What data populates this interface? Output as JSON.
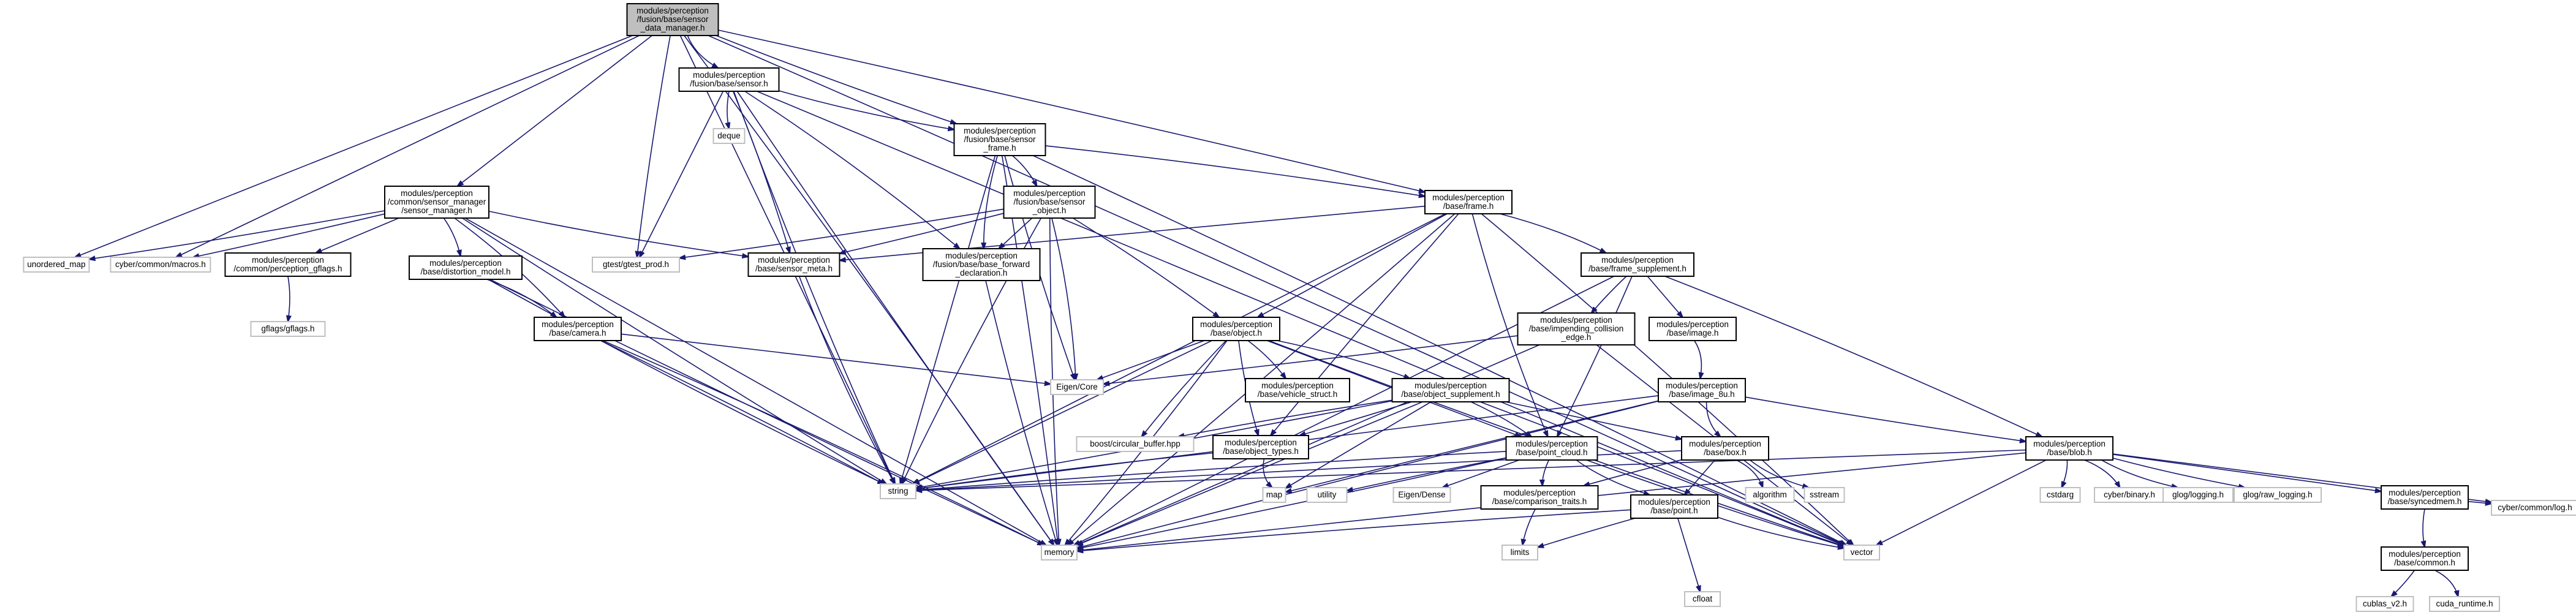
{
  "colors": {
    "edge": "#191970",
    "box_border": "#000000",
    "leaf_border": "#bfbfbf",
    "root_fill": "#bfbfbf",
    "node_fill": "#ffffff",
    "text": "#000000"
  },
  "nodes": [
    {
      "id": "root",
      "lines": [
        "modules/perception",
        "/fusion/base/sensor",
        "_data_manager.h"
      ],
      "kind": "root"
    },
    {
      "id": "sensor",
      "lines": [
        "modules/perception",
        "/fusion/base/sensor.h"
      ],
      "kind": "box"
    },
    {
      "id": "sensor_frame",
      "lines": [
        "modules/perception",
        "/fusion/base/sensor",
        "_frame.h"
      ],
      "kind": "box"
    },
    {
      "id": "sensor_manager",
      "lines": [
        "modules/perception",
        "/common/sensor_manager",
        "/sensor_manager.h"
      ],
      "kind": "box"
    },
    {
      "id": "sensor_object",
      "lines": [
        "modules/perception",
        "/fusion/base/sensor",
        "_object.h"
      ],
      "kind": "box"
    },
    {
      "id": "frame",
      "lines": [
        "modules/perception",
        "/base/frame.h"
      ],
      "kind": "box"
    },
    {
      "id": "unordered_map",
      "lines": [
        "unordered_map"
      ],
      "kind": "leaf"
    },
    {
      "id": "cyber_macros",
      "lines": [
        "cyber/common/macros.h"
      ],
      "kind": "leaf"
    },
    {
      "id": "perception_gflags",
      "lines": [
        "modules/perception",
        "/common/perception_gflags.h"
      ],
      "kind": "box"
    },
    {
      "id": "gflags",
      "lines": [
        "gflags/gflags.h"
      ],
      "kind": "leaf"
    },
    {
      "id": "distortion_model",
      "lines": [
        "modules/perception",
        "/base/distortion_model.h"
      ],
      "kind": "box"
    },
    {
      "id": "camera",
      "lines": [
        "modules/perception",
        "/base/camera.h"
      ],
      "kind": "box"
    },
    {
      "id": "gtest_prod",
      "lines": [
        "gtest/gtest_prod.h"
      ],
      "kind": "leaf"
    },
    {
      "id": "deque",
      "lines": [
        "deque"
      ],
      "kind": "leaf"
    },
    {
      "id": "sensor_meta",
      "lines": [
        "modules/perception",
        "/base/sensor_meta.h"
      ],
      "kind": "box"
    },
    {
      "id": "base_forward",
      "lines": [
        "modules/perception",
        "/fusion/base/base_forward",
        "_declaration.h"
      ],
      "kind": "box"
    },
    {
      "id": "object",
      "lines": [
        "modules/perception",
        "/base/object.h"
      ],
      "kind": "box"
    },
    {
      "id": "eigen_core",
      "lines": [
        "Eigen/Core"
      ],
      "kind": "leaf"
    },
    {
      "id": "vehicle_struct",
      "lines": [
        "modules/perception",
        "/base/vehicle_struct.h"
      ],
      "kind": "box"
    },
    {
      "id": "object_supplement",
      "lines": [
        "modules/perception",
        "/base/object_supplement.h"
      ],
      "kind": "box"
    },
    {
      "id": "boost_cb",
      "lines": [
        "boost/circular_buffer.hpp"
      ],
      "kind": "leaf"
    },
    {
      "id": "object_types",
      "lines": [
        "modules/perception",
        "/base/object_types.h"
      ],
      "kind": "box"
    },
    {
      "id": "frame_supplement",
      "lines": [
        "modules/perception",
        "/base/frame_supplement.h"
      ],
      "kind": "box"
    },
    {
      "id": "impending",
      "lines": [
        "modules/perception",
        "/base/impending_collision",
        "_edge.h"
      ],
      "kind": "box"
    },
    {
      "id": "image",
      "lines": [
        "modules/perception",
        "/base/image.h"
      ],
      "kind": "box"
    },
    {
      "id": "image_8u",
      "lines": [
        "modules/perception",
        "/base/image_8u.h"
      ],
      "kind": "box"
    },
    {
      "id": "point_cloud",
      "lines": [
        "modules/perception",
        "/base/point_cloud.h"
      ],
      "kind": "box"
    },
    {
      "id": "box",
      "lines": [
        "modules/perception",
        "/base/box.h"
      ],
      "kind": "box"
    },
    {
      "id": "blob",
      "lines": [
        "modules/perception",
        "/base/blob.h"
      ],
      "kind": "box"
    },
    {
      "id": "string",
      "lines": [
        "string"
      ],
      "kind": "leaf"
    },
    {
      "id": "map",
      "lines": [
        "map"
      ],
      "kind": "leaf"
    },
    {
      "id": "utility",
      "lines": [
        "utility"
      ],
      "kind": "leaf"
    },
    {
      "id": "eigen_dense",
      "lines": [
        "Eigen/Dense"
      ],
      "kind": "leaf"
    },
    {
      "id": "comparison",
      "lines": [
        "modules/perception",
        "/base/comparison_traits.h"
      ],
      "kind": "box"
    },
    {
      "id": "point",
      "lines": [
        "modules/perception",
        "/base/point.h"
      ],
      "kind": "box"
    },
    {
      "id": "algorithm",
      "lines": [
        "algorithm"
      ],
      "kind": "leaf"
    },
    {
      "id": "sstream",
      "lines": [
        "sstream"
      ],
      "kind": "leaf"
    },
    {
      "id": "memory",
      "lines": [
        "memory"
      ],
      "kind": "leaf"
    },
    {
      "id": "limits",
      "lines": [
        "limits"
      ],
      "kind": "leaf"
    },
    {
      "id": "cfloat",
      "lines": [
        "cfloat"
      ],
      "kind": "leaf"
    },
    {
      "id": "vector",
      "lines": [
        "vector"
      ],
      "kind": "leaf"
    },
    {
      "id": "cstdarg",
      "lines": [
        "cstdarg"
      ],
      "kind": "leaf"
    },
    {
      "id": "cyber_binary",
      "lines": [
        "cyber/binary.h"
      ],
      "kind": "leaf"
    },
    {
      "id": "glog_logging",
      "lines": [
        "glog/logging.h"
      ],
      "kind": "leaf"
    },
    {
      "id": "glog_raw",
      "lines": [
        "glog/raw_logging.h"
      ],
      "kind": "leaf"
    },
    {
      "id": "syncedmem",
      "lines": [
        "modules/perception",
        "/base/syncedmem.h"
      ],
      "kind": "box"
    },
    {
      "id": "base_common",
      "lines": [
        "modules/perception",
        "/base/common.h"
      ],
      "kind": "box"
    },
    {
      "id": "cyber_log",
      "lines": [
        "cyber/common/log.h"
      ],
      "kind": "leaf"
    },
    {
      "id": "cublas",
      "lines": [
        "cublas_v2.h"
      ],
      "kind": "leaf"
    },
    {
      "id": "cuda_runtime",
      "lines": [
        "cuda_runtime.h"
      ],
      "kind": "leaf"
    }
  ],
  "edges": [
    [
      "root",
      "sensor"
    ],
    [
      "root",
      "sensor_frame"
    ],
    [
      "root",
      "sensor_manager"
    ],
    [
      "root",
      "frame"
    ],
    [
      "root",
      "unordered_map"
    ],
    [
      "root",
      "cyber_macros"
    ],
    [
      "root",
      "gtest_prod"
    ],
    [
      "root",
      "string"
    ],
    [
      "root",
      "memory"
    ],
    [
      "root",
      "vector"
    ],
    [
      "sensor",
      "sensor_frame"
    ],
    [
      "sensor",
      "deque"
    ],
    [
      "sensor",
      "gtest_prod"
    ],
    [
      "sensor",
      "sensor_meta"
    ],
    [
      "sensor",
      "base_forward"
    ],
    [
      "sensor",
      "string"
    ],
    [
      "sensor",
      "memory"
    ],
    [
      "sensor",
      "vector"
    ],
    [
      "sensor_frame",
      "sensor_object"
    ],
    [
      "sensor_frame",
      "frame"
    ],
    [
      "sensor_frame",
      "base_forward"
    ],
    [
      "sensor_frame",
      "eigen_core"
    ],
    [
      "sensor_frame",
      "string"
    ],
    [
      "sensor_frame",
      "memory"
    ],
    [
      "sensor_frame",
      "vector"
    ],
    [
      "sensor_manager",
      "unordered_map"
    ],
    [
      "sensor_manager",
      "cyber_macros"
    ],
    [
      "sensor_manager",
      "perception_gflags"
    ],
    [
      "sensor_manager",
      "distortion_model"
    ],
    [
      "sensor_manager",
      "camera"
    ],
    [
      "sensor_manager",
      "sensor_meta"
    ],
    [
      "sensor_manager",
      "string"
    ],
    [
      "sensor_manager",
      "memory"
    ],
    [
      "perception_gflags",
      "gflags"
    ],
    [
      "distortion_model",
      "camera"
    ],
    [
      "distortion_model",
      "string"
    ],
    [
      "distortion_model",
      "memory"
    ],
    [
      "camera",
      "eigen_core"
    ],
    [
      "camera",
      "string"
    ],
    [
      "camera",
      "memory"
    ],
    [
      "sensor_object",
      "gtest_prod"
    ],
    [
      "sensor_object",
      "sensor_meta"
    ],
    [
      "sensor_object",
      "base_forward"
    ],
    [
      "sensor_object",
      "object"
    ],
    [
      "sensor_object",
      "eigen_core"
    ],
    [
      "sensor_object",
      "string"
    ],
    [
      "sensor_object",
      "memory"
    ],
    [
      "frame",
      "sensor_meta"
    ],
    [
      "frame",
      "object"
    ],
    [
      "frame",
      "frame_supplement"
    ],
    [
      "frame",
      "point_cloud"
    ],
    [
      "frame",
      "object_types"
    ],
    [
      "frame",
      "string"
    ],
    [
      "frame",
      "memory"
    ],
    [
      "frame",
      "vector"
    ],
    [
      "sensor_meta",
      "string"
    ],
    [
      "base_forward",
      "memory"
    ],
    [
      "object",
      "eigen_core"
    ],
    [
      "object",
      "vehicle_struct"
    ],
    [
      "object",
      "object_supplement"
    ],
    [
      "object",
      "boost_cb"
    ],
    [
      "object",
      "object_types"
    ],
    [
      "object",
      "point_cloud"
    ],
    [
      "object",
      "string"
    ],
    [
      "object",
      "memory"
    ],
    [
      "object",
      "vector"
    ],
    [
      "object_supplement",
      "object_types"
    ],
    [
      "object_supplement",
      "box"
    ],
    [
      "object_supplement",
      "point_cloud"
    ],
    [
      "object_supplement",
      "boost_cb"
    ],
    [
      "object_supplement",
      "string"
    ],
    [
      "object_supplement",
      "memory"
    ],
    [
      "object_supplement",
      "map"
    ],
    [
      "object_supplement",
      "vector"
    ],
    [
      "object_types",
      "string"
    ],
    [
      "object_types",
      "map"
    ],
    [
      "frame_supplement",
      "impending"
    ],
    [
      "frame_supplement",
      "image"
    ],
    [
      "frame_supplement",
      "point_cloud"
    ],
    [
      "frame_supplement",
      "blob"
    ],
    [
      "frame_supplement",
      "memory"
    ],
    [
      "impending",
      "eigen_core"
    ],
    [
      "impending",
      "vector"
    ],
    [
      "impending",
      "memory"
    ],
    [
      "image",
      "image_8u"
    ],
    [
      "image_8u",
      "box"
    ],
    [
      "image_8u",
      "blob"
    ],
    [
      "image_8u",
      "string"
    ],
    [
      "image_8u",
      "map"
    ],
    [
      "image_8u",
      "memory"
    ],
    [
      "point_cloud",
      "point"
    ],
    [
      "point_cloud",
      "comparison"
    ],
    [
      "point_cloud",
      "eigen_dense"
    ],
    [
      "point_cloud",
      "utility"
    ],
    [
      "point_cloud",
      "string"
    ],
    [
      "point_cloud",
      "memory"
    ],
    [
      "point_cloud",
      "vector"
    ],
    [
      "box",
      "point"
    ],
    [
      "box",
      "comparison"
    ],
    [
      "box",
      "algorithm"
    ],
    [
      "box",
      "sstream"
    ],
    [
      "box",
      "string"
    ],
    [
      "blob",
      "syncedmem"
    ],
    [
      "blob",
      "cstdarg"
    ],
    [
      "blob",
      "cyber_binary"
    ],
    [
      "blob",
      "glog_logging"
    ],
    [
      "blob",
      "glog_raw"
    ],
    [
      "blob",
      "cyber_log"
    ],
    [
      "blob",
      "string"
    ],
    [
      "blob",
      "memory"
    ],
    [
      "blob",
      "vector"
    ],
    [
      "comparison",
      "limits"
    ],
    [
      "point",
      "cfloat"
    ],
    [
      "point",
      "limits"
    ],
    [
      "point",
      "memory"
    ],
    [
      "point",
      "vector"
    ],
    [
      "syncedmem",
      "base_common"
    ],
    [
      "syncedmem",
      "cyber_log"
    ],
    [
      "base_common",
      "cublas"
    ],
    [
      "base_common",
      "cuda_runtime"
    ]
  ]
}
